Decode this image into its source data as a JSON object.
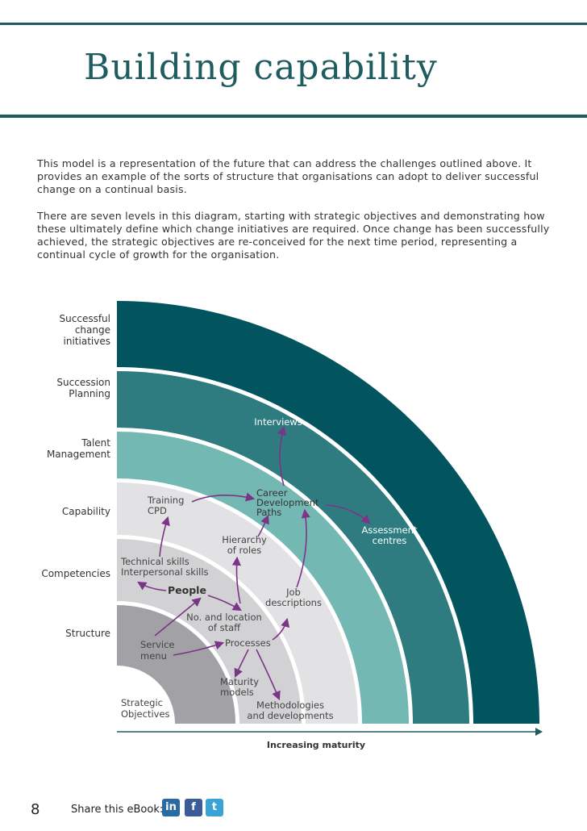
{
  "page": {
    "title": "Building capability",
    "intro_1": "This model is a representation of the future that can address the challenges outlined above. It provides an example of the sorts of structure that organisations can adopt to deliver successful change on a continual basis.",
    "intro_2": "There are seven levels in this diagram, starting with strategic objectives and demonstrating how these ultimately define which change initiatives are required. Once change has been successfully achieved, the strategic objectives are re-conceived for the next time period, representing a continual cycle of growth for the organisation."
  },
  "levels": {
    "successful": [
      "Successful",
      "change",
      "initiatives"
    ],
    "succession": [
      "Succession",
      "Planning"
    ],
    "talent": [
      "Talent",
      "Management"
    ],
    "capability": "Capability",
    "competencies": "Competencies",
    "structure": "Structure"
  },
  "nodes": {
    "strategic": [
      "Strategic",
      "Objectives"
    ],
    "service_menu": [
      "Service",
      "menu"
    ],
    "processes": "Processes",
    "maturity_models": [
      "Maturity",
      "models"
    ],
    "methodologies": [
      "Methodologies",
      "and developments"
    ],
    "people": "People",
    "no_location": [
      "No. and location",
      "of staff"
    ],
    "job_descriptions": [
      "Job",
      "descriptions"
    ],
    "tech_skills": [
      "Technical skills",
      "Interpersonal skills"
    ],
    "hierarchy": [
      "Hierarchy",
      "of roles"
    ],
    "training": [
      "Training",
      "CPD"
    ],
    "career": [
      "Career",
      "Development",
      "Paths"
    ],
    "assessment": [
      "Assessment",
      "centres"
    ],
    "interviews": "Interviews"
  },
  "axis_label": "Increasing maturity",
  "footer": {
    "page_number": "8",
    "share_label": "Share this eBook:"
  },
  "colors": {
    "brand": "#1f5c5f",
    "band_successful": "#02545e",
    "band_succession": "#2e7c80",
    "band_talent": "#74b8b3",
    "band_capability": "#e2e2e4",
    "band_competencies": "#d2d2d4",
    "band_structure": "#a2a2a6",
    "arrow": "#7b3586"
  },
  "icons": [
    "linkedin-icon",
    "facebook-icon",
    "twitter-icon"
  ]
}
